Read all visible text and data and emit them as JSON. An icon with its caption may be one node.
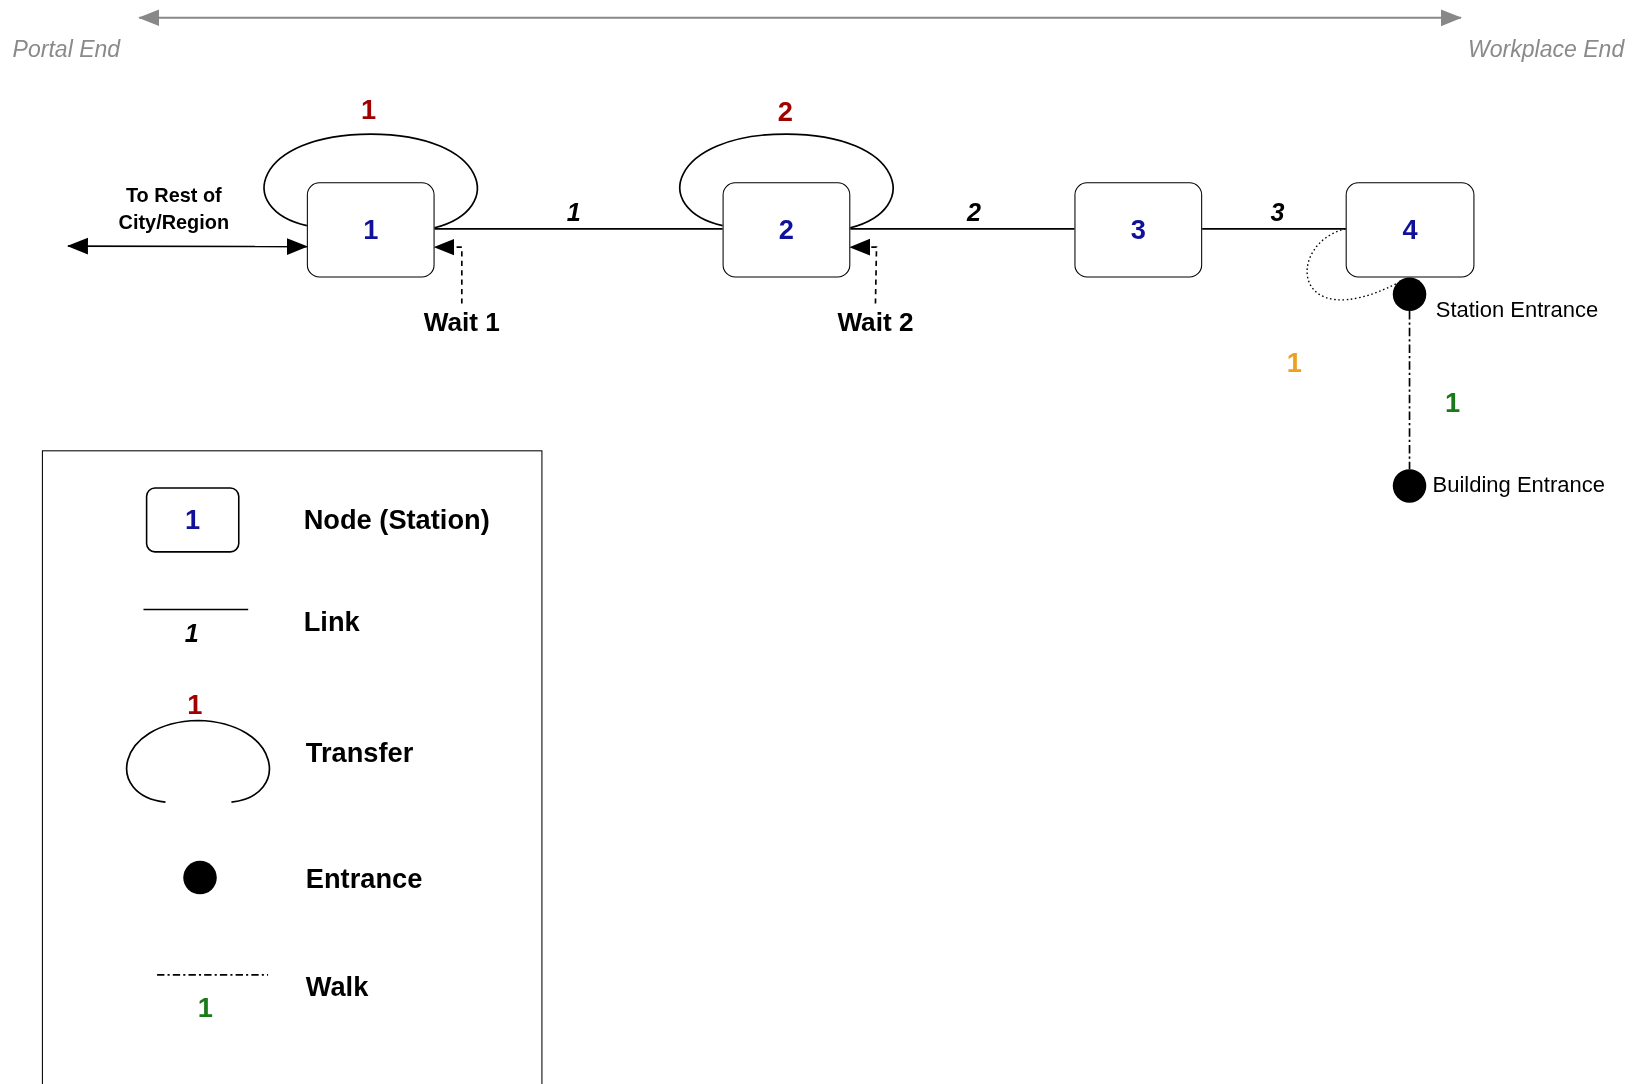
{
  "diagram": {
    "nodes": [
      {
        "text": [
          "1"
        ]
      },
      {
        "text": [
          "2"
        ]
      },
      {
        "text": [
          "3"
        ]
      },
      {
        "text": [
          "4"
        ]
      },
      {
        "text": [],
        "shape": "circle",
        "beside": [
          "Station Entrance"
        ]
      },
      {
        "text": [],
        "shape": "circle",
        "beside": [
          "Building Entrance"
        ]
      },
      {
        "text": [
          "Wait 1"
        ]
      },
      {
        "text": [
          "Wait 2"
        ]
      }
    ],
    "edges": [
      {
        "from": 0,
        "to": 0,
        "arrow": "none",
        "label": "1"
      },
      {
        "from": 0,
        "to": 1,
        "arrow": "none",
        "label": "1"
      },
      {
        "from": 1,
        "to": 1,
        "arrow": "none",
        "label": "2"
      },
      {
        "from": 1,
        "to": 2,
        "arrow": "none",
        "label": "2"
      },
      {
        "from": 2,
        "to": 3,
        "arrow": "none",
        "label": "3"
      },
      {
        "from": 3,
        "to": 4,
        "arrow": "none",
        "style": "dashed"
      },
      {
        "from": 4,
        "to": 5,
        "arrow": "none",
        "style": "dashed",
        "label": "1"
      },
      {
        "from": null,
        "to": 0,
        "arrow": "both",
        "label": "To Rest of City/Region"
      },
      {
        "from": 6,
        "to": 0,
        "arrow": "to",
        "style": "dashed"
      },
      {
        "from": 7,
        "to": 1,
        "arrow": "to",
        "style": "dashed"
      }
    ],
    "labels": [
      "Portal End",
      "Workplace End",
      "1",
      "1",
      "1",
      "1",
      "1"
    ],
    "legend": [
      {
        "text": "Node (Station)"
      },
      {
        "text": "Link"
      },
      {
        "text": "Transfer"
      },
      {
        "text": "Entrance"
      },
      {
        "text": "Walk"
      }
    ]
  }
}
